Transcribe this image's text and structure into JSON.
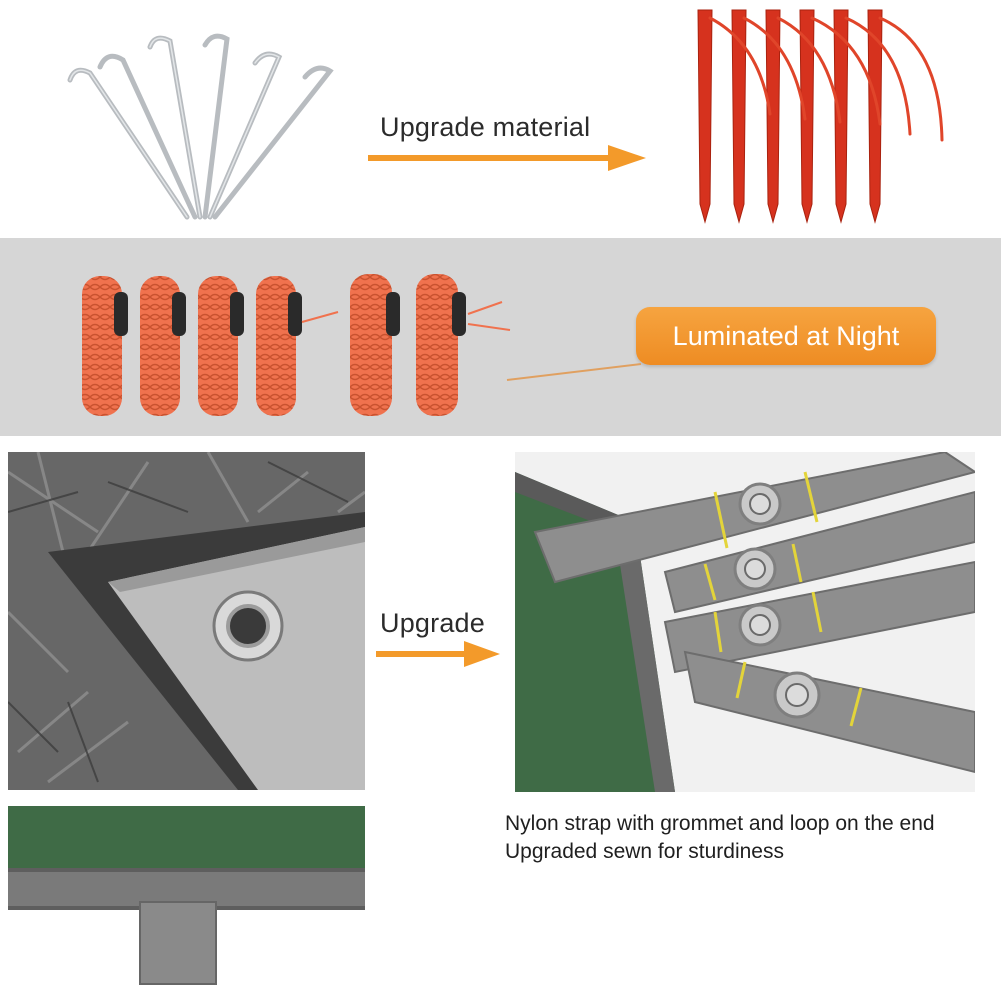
{
  "labels": {
    "upgrade_material": "Upgrade material",
    "luminated_at_night": "Luminated at Night",
    "upgrade": "Upgrade",
    "caption_line_1": "Nylon strap with grommet and loop on the end",
    "caption_line_2": "Upgraded sewn for sturdiness"
  },
  "colors": {
    "arrow_orange": "#f39a2a",
    "pill_orange": "#ee8c23",
    "stake_red": "#d6321e",
    "rope_orange": "#f0724e",
    "band_gray": "#d6d6d6",
    "tarp_green": "#3f6b46",
    "strap_gray": "#8e8e8e"
  },
  "icons": {
    "arrow": "arrow-right-icon",
    "grommet": "grommet-icon"
  }
}
